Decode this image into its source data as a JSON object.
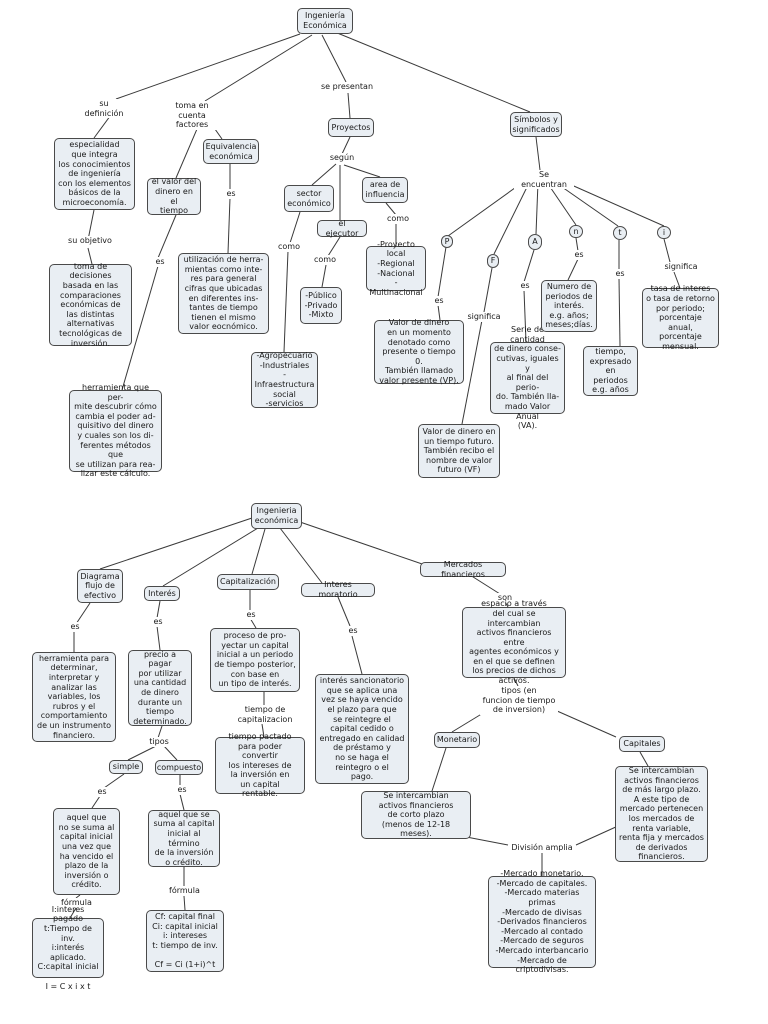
{
  "map1": {
    "root": "Ingeniería\nEconómica",
    "su_definicion": "su definición",
    "toma_en_cuenta": "toma en\ncuenta factores",
    "se_presentan": "se presentan",
    "definicion_text": "especialidad\nque integra\nlos conocimientos\nde ingeniería\ncon los elementos\nbásicos de la\nmicroeconomía.",
    "su_objetivo": "su objetivo",
    "objetivo_text": "toma de decisiones\nbasada en las\ncomparaciones\neconómicas de\nlas distintas\nalternativas\ntecnológicas de\ninversión.",
    "valor_dinero": "el valor del\ndinero en el\ntiempo",
    "es_1": "es",
    "herramienta_text": "herramienta que per-\nmite descubrir cómo\ncambia el poder ad-\nquisitivo del dinero\ny cuales son los di-\nferentes métodos que\nse utilizan para rea-\nlizar este cálculo.",
    "equivalencia": "Equivalencia\neconómica",
    "es_2": "es",
    "equivalencia_text": "utilización de herra-\nmientas como inte-\nres para general\ncifras que ubicadas\nen diferentes ins-\ntantes de tiempo\ntienen el mismo\nvalor eocnómico.",
    "proyectos": "Proyectos",
    "segun": "según",
    "sector": "sector\neconómico",
    "como_1": "como",
    "sector_list": "-Agropecuario\n-Industriales\n-Infraestructura\nsocial\n-servicios",
    "ejecutor": "el ejecutor",
    "como_2": "como",
    "ejecutor_list": "-Público\n-Privado\n-Mixto",
    "area": "area de\ninfluencia",
    "como_3": "como",
    "area_list": "-Proyecto local\n-Regional\n-Nacional\n-Multinacional",
    "simbolos": "Símbolos y\nsignificados",
    "se_encuentran": "Se encuentran",
    "sym_p": "P",
    "es_p": "es",
    "p_text": "Valor de dinero\nen un momento\ndenotado como\npresente o tiempo 0.\nTambién llamado\nvalor presente (VP).",
    "sym_f": "F",
    "significa_f": "significa",
    "f_text": "Valor de dinero en\nun tiempo futuro.\nTambién recibo el\nnombre de valor\nfuturo (VF)",
    "sym_a": "A",
    "es_a": "es",
    "a_text": "Serie de cantidad\nde dinero conse-\ncutivas, iguales y\nal final del perio-\ndo. También lla-\nmado Valor Anual\n(VA).",
    "sym_n": "n",
    "es_n": "es",
    "n_text": "Numero de\nperiodos de\ninterés.\ne.g. años;\nmeses;días.",
    "sym_t": "t",
    "es_t": "es",
    "t_text": "tiempo,\nexpresado\nen periodos\ne.g. años",
    "sym_i": "i",
    "significa_i": "significa",
    "i_text": "tasa de interes\no tasa de retorno\npor periodo;\nporcentaje anual,\nporcentaje\nmensual."
  },
  "map2": {
    "root": "Ingenieria\neconómica",
    "diagrama": "Diagrama\nflujo de\nefectivo",
    "es_d": "es",
    "diagrama_text": "herramienta para\ndeterminar,\ninterpretar y\nanalizar las\nvariables, los\nrubros y el\ncomportamiento\nde un instrumento\nfinanciero.",
    "interes": "Interés",
    "es_i": "es",
    "interes_text": "precio a pagar\npor utilizar\nuna cantidad\nde dinero\ndurante un\ntiempo\ndeterminado.",
    "tipos": "tipos",
    "simple": "simple",
    "es_s": "es",
    "simple_text": "aquel que\nno se suma al\ncapital inicial\nuna vez que\nha vencido el\nplazo de la\ninversión o\ncrédito.",
    "formula_s": "fórmula",
    "simple_formula": "I:interes pagado\nt:Tiempo de inv.\ni:interés aplicado.\nC:capital inicial\n\nI = C x i x t",
    "compuesto": "compuesto",
    "es_c": "es",
    "compuesto_text": "aquel que se\nsuma al capital\ninicial al término\nde la inversión\no crédito.",
    "formula_c": "fórmula",
    "compuesto_formula": "Cf: capital final\nCi: capital inicial\ni: intereses\nt: tiempo de inv.\n\nCf = Ci (1+i)^t",
    "capitalizacion": "Capitalización",
    "es_cap": "es",
    "capitalizacion_text": "proceso de pro-\nyectar un capital\ninicial a un periodo\nde tiempo posterior,\ncon base en\nun tipo de interés.",
    "tiempo_cap": "tiempo de\ncapitalizacion",
    "tiempo_text": "tiempo pactado\npara poder convertir\nlos intereses de\nla inversión en\nun capital\nrentable.",
    "moratorio": "Interes moratorio",
    "es_m": "es",
    "moratorio_text": "interés sancionatorio\nque se aplica una\nvez se haya vencido\nel plazo para que\nse reintegre el\ncapital cedido o\nentregado en calidad\nde préstamo y\nno se haga el\nreintegro o el\npago.",
    "mercados": "Mercados financieros",
    "son": "son",
    "mercados_text": "espacio a través\ndel cual se intercambian\nactivos financieros entre\nagentes económicos y\nen el que se definen\nlos precios de dichos\nactivos.",
    "tipos_mf": "tipos (en\nfuncion de tiempo\nde inversion)",
    "monetario": "Monetario",
    "monetario_text": "Se intercambian\nactivos financieros\nde corto plazo\n(menos de 12-18 meses).",
    "capitales": "Capitales",
    "capitales_text": "Se intercambian\nactivos financieros\nde más largo plazo.\nA este tipo de\nmercado pertenecen\nlos mercados de\nrenta variable,\nrenta fija y mercados\nde derivados\nfinancieros.",
    "division": "División amplia",
    "division_list": "-Mercado monetario.\n-Mercado de capitales.\n-Mercado materias primas\n-Mercado de divisas\n-Derivados financieros\n-Mercado al contado\n-Mercado de seguros\n-Mercado interbancario\n-Mercado de criptodivisas."
  }
}
